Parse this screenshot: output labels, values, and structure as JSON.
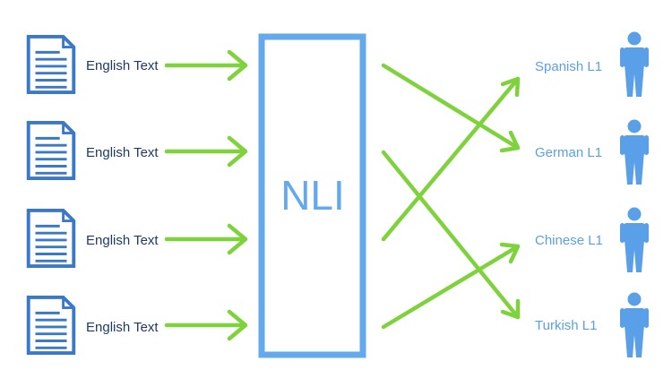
{
  "diagram": {
    "inputs": [
      {
        "label": "English Text",
        "icon": "document-icon"
      },
      {
        "label": "English Text",
        "icon": "document-icon"
      },
      {
        "label": "English Text",
        "icon": "document-icon"
      },
      {
        "label": "English Text",
        "icon": "document-icon"
      }
    ],
    "processor": {
      "label": "NLI"
    },
    "outputs": [
      {
        "label": "Spanish L1",
        "icon": "person-icon"
      },
      {
        "label": "German L1",
        "icon": "person-icon"
      },
      {
        "label": "Chinese L1",
        "icon": "person-icon"
      },
      {
        "label": "Turkish L1",
        "icon": "person-icon"
      }
    ],
    "mapping": [
      {
        "from": 0,
        "to": 1
      },
      {
        "from": 1,
        "to": 3
      },
      {
        "from": 2,
        "to": 0
      },
      {
        "from": 3,
        "to": 2
      }
    ],
    "colors": {
      "arrow": "#7ed23c",
      "box": "#64a9ee",
      "doc_stroke": "#3a78c8",
      "person": "#5aa0e8",
      "output_text": "#5aa0e8",
      "input_text": "#1f3a66"
    }
  }
}
